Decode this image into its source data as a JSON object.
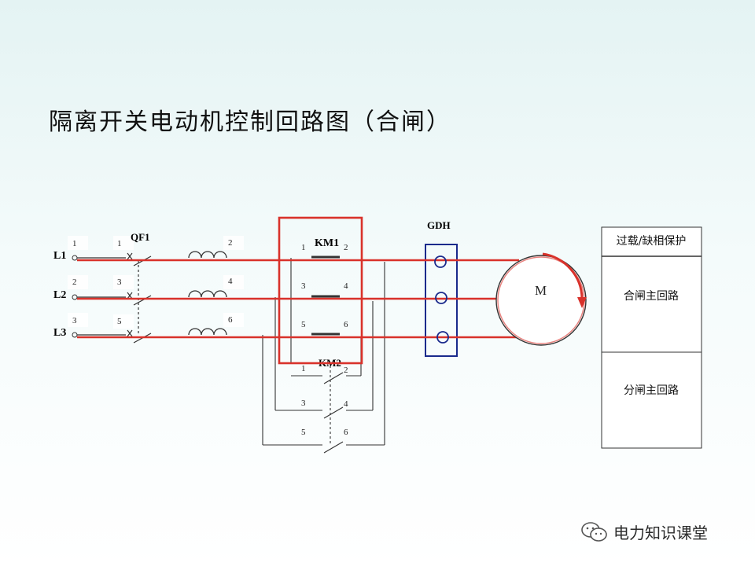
{
  "title": "隔离开关电动机控制回路图（合闸）",
  "lines": [
    "L1",
    "L2",
    "L3"
  ],
  "terminal_numbers": [
    "1",
    "2",
    "3"
  ],
  "qf1": {
    "label": "QF1",
    "in_numbers": [
      "1",
      "3",
      "5"
    ],
    "out_numbers": [
      "2",
      "4",
      "6"
    ]
  },
  "km1": {
    "label": "KM1",
    "in_numbers": [
      "1",
      "3",
      "5"
    ],
    "out_numbers": [
      "2",
      "4",
      "6"
    ]
  },
  "km2": {
    "label": "KM2",
    "in_numbers": [
      "1",
      "3",
      "5"
    ],
    "out_numbers": [
      "2",
      "4",
      "6"
    ]
  },
  "gdh": {
    "label": "GDH"
  },
  "motor": {
    "label": "M"
  },
  "side_panel": {
    "header": "过载/缺相保护",
    "row1": "合闸主回路",
    "row2": "分闸主回路"
  },
  "watermark": {
    "text": "电力知识课堂"
  },
  "colors": {
    "active_path": "#d9322b",
    "wire": "#333333",
    "gdh_box": "#1a2a8c"
  }
}
